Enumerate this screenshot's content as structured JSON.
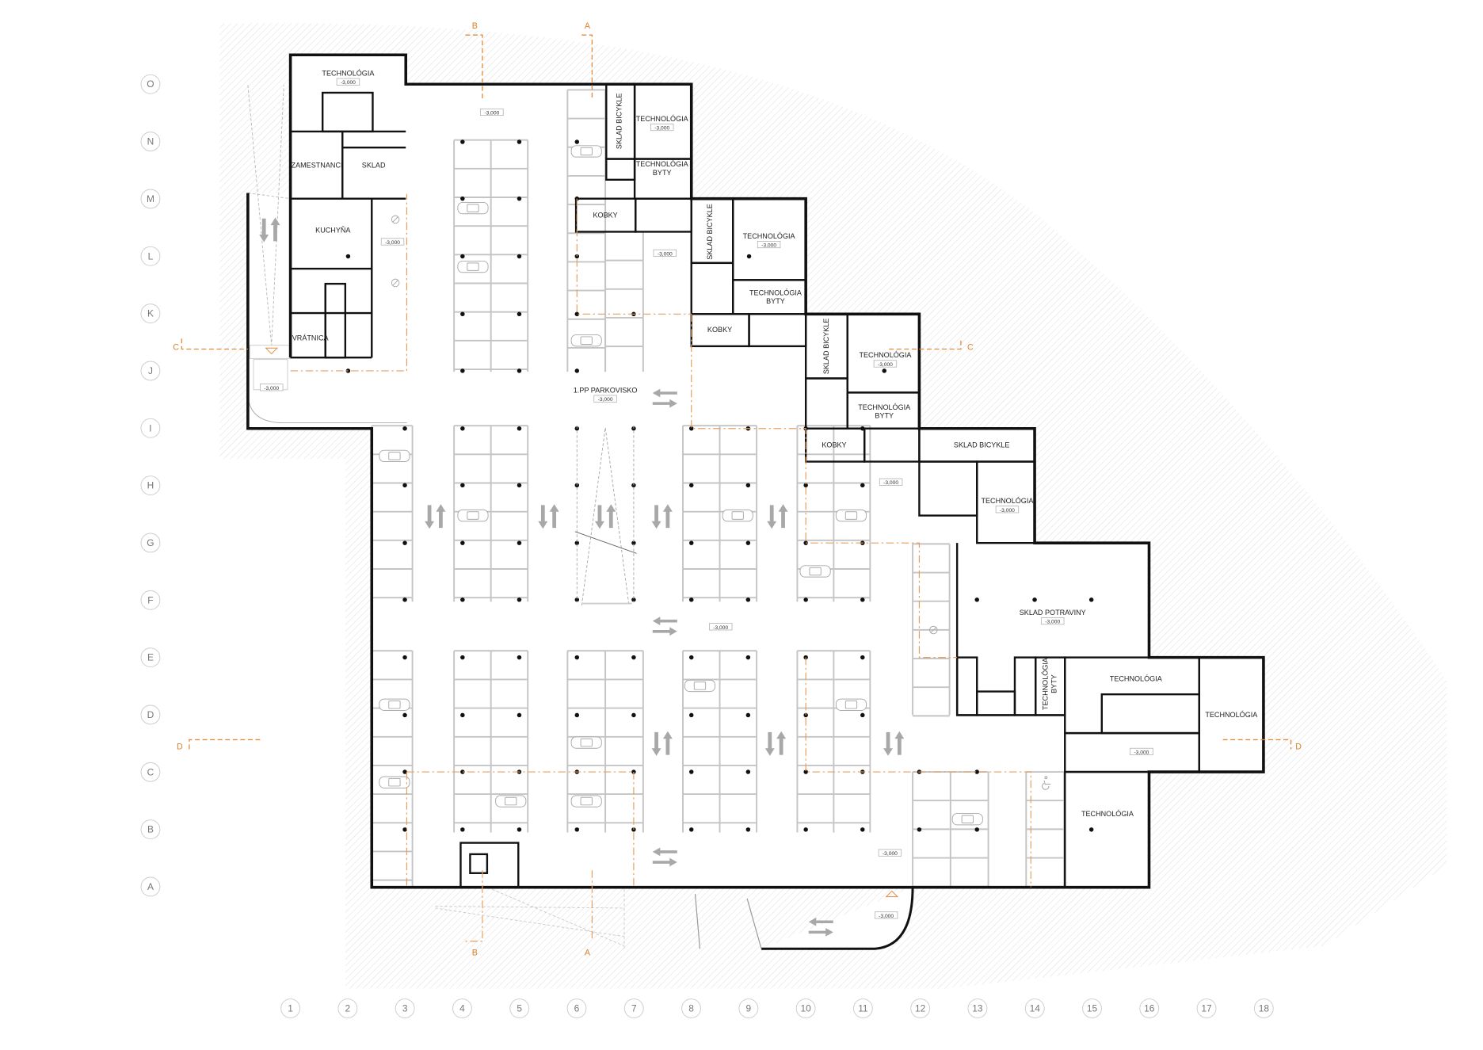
{
  "title": "1.PP PARKOVISKO",
  "main_level": "-3,000",
  "grid": {
    "columns": [
      "1",
      "2",
      "3",
      "4",
      "5",
      "6",
      "7",
      "8",
      "9",
      "10",
      "11",
      "12",
      "13",
      "14",
      "15",
      "16",
      "17",
      "18"
    ],
    "rows": [
      "O",
      "N",
      "M",
      "L",
      "K",
      "J",
      "I",
      "H",
      "G",
      "F",
      "E",
      "D",
      "C",
      "B",
      "A"
    ]
  },
  "sections": {
    "a": "A",
    "b": "B",
    "c": "C",
    "d": "D"
  },
  "rooms": [
    {
      "label": "TECHNOLÓGIA",
      "level": "-3,000"
    },
    {
      "label": "ZAMESTNANCI"
    },
    {
      "label": "SKLAD"
    },
    {
      "label": "KUCHYŇA"
    },
    {
      "label": "VRÁTNICA"
    },
    {
      "label": "SKLAD BICYKLE"
    },
    {
      "label": "TECHNOLÓGIA",
      "level": "-3,000"
    },
    {
      "label": "TECHNOLÓGIA",
      "label2": "BYTY"
    },
    {
      "label": "KOBKY"
    },
    {
      "label": "SKLAD BICYKLE"
    },
    {
      "label": "TECHNOLÓGIA",
      "level": "-3,000"
    },
    {
      "label": "TECHNOLÓGIA",
      "label2": "BYTY"
    },
    {
      "label": "KOBKY"
    },
    {
      "label": "SKLAD BICYKLE"
    },
    {
      "label": "TECHNOLÓGIA",
      "level": "-3,000"
    },
    {
      "label": "TECHNOLÓGIA",
      "label2": "BYTY"
    },
    {
      "label": "KOBKY"
    },
    {
      "label": "SKLAD BICYKLE"
    },
    {
      "label": "TECHNOLÓGIA",
      "level": "-3,000"
    },
    {
      "label": "SKLAD POTRAVINY",
      "level": "-3,000"
    },
    {
      "label": "TECHNOLÓGIA",
      "label2": "BYTY"
    },
    {
      "label": "TECHNOLÓGIA"
    },
    {
      "label": "TECHNOLÓGIA"
    },
    {
      "label": "TECHNOLÓGIA"
    }
  ],
  "floating_levels": [
    "-3,000",
    "-3,000",
    "-3,000",
    "-3,000",
    "-3,000",
    "-3,000",
    "-3,000",
    "-3,000",
    "-3,000"
  ],
  "colors": {
    "section": "#e08a3c",
    "wall": "#111111",
    "stall": "#c4c4c4"
  }
}
